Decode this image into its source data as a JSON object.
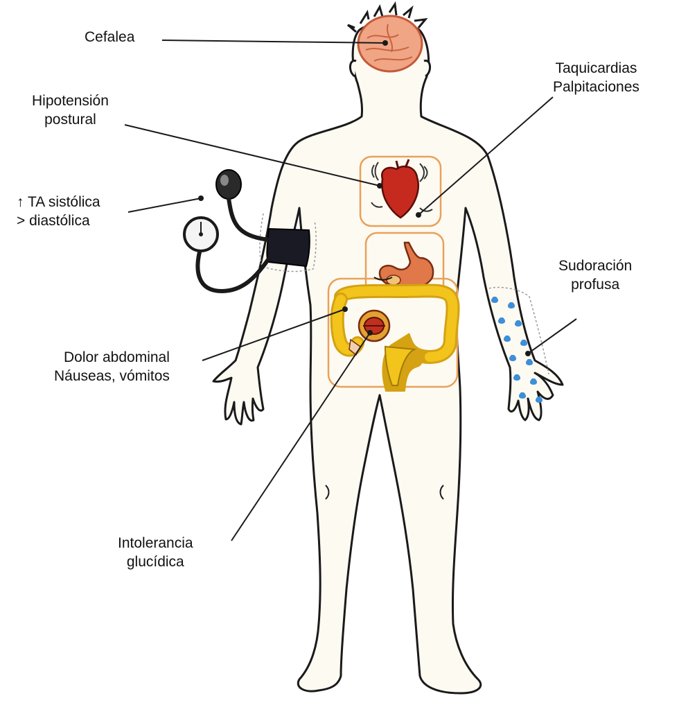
{
  "labels": {
    "cefalea": "Cefalea",
    "hipotension": [
      "Hipotensión",
      "postural"
    ],
    "taquicardias": [
      "Taquicardias",
      "Palpitaciones"
    ],
    "ta": [
      "↑ TA sistólica",
      "> diastólica"
    ],
    "sudoracion": [
      "Sudoración",
      "profusa"
    ],
    "dolor": [
      "Dolor abdominal",
      "Náuseas, vómitos"
    ],
    "intolerancia": [
      "Intolerancia",
      "glucídica"
    ]
  },
  "colors": {
    "outline": "#1a1a1a",
    "skin": "#fdfaf2",
    "box": "#e8a15a",
    "brain": "#f0a585",
    "heart": "#c62a1e",
    "stomach": "#e0784a",
    "intestine": "#f2c41c",
    "sweat": "#3d8fd8",
    "cuff": "#1a1a24"
  }
}
